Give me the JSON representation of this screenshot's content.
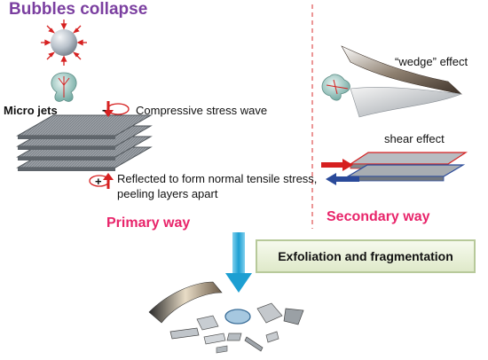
{
  "title": "Bubbles collapse",
  "micro_jets": "Micro jets",
  "compressive_label": "Compressive stress wave",
  "reflected_label": "Reflected to form normal tensile stress, peeling layers apart",
  "sign_minus": "-",
  "sign_plus": "+",
  "primary_way": "Primary way",
  "secondary_way": "Secondary way",
  "wedge_label": "“wedge” effect",
  "shear_label": "shear effect",
  "result_box": "Exfoliation and fragmentation",
  "colors": {
    "title_purple": "#7b3fa0",
    "way_pink": "#e8246a",
    "arrow_red": "#d62020",
    "arrow_blue": "#2a4a9a",
    "down_arrow_cyan": "#29a6d6",
    "divider_red": "#e05050"
  }
}
